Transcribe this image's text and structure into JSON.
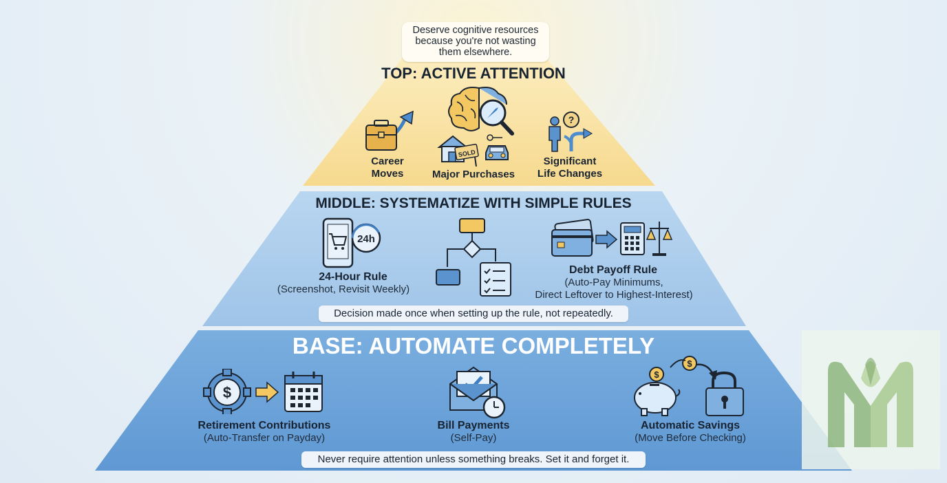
{
  "top_bubble": {
    "line1": "Deserve cognitive resources",
    "line2": "because you're not wasting",
    "line3": "them elsewhere."
  },
  "top": {
    "title": "TOP: ACTIVE ATTENTION",
    "items": [
      {
        "line1": "Career",
        "line2": "Moves",
        "icon": "briefcase-icon"
      },
      {
        "line1": "Major Purchases",
        "icon": "brain-search-icon"
      },
      {
        "line1": "Significant",
        "line2": "Life Changes",
        "icon": "person-crossroads-icon"
      }
    ],
    "sold_sign": "SOLD"
  },
  "middle": {
    "title": "MIDDLE: SYSTEMATIZE WITH SIMPLE RULES",
    "rule1": {
      "title": "24-Hour Rule",
      "desc": "(Screenshot, Revisit Weekly)",
      "badge": "24h"
    },
    "rule2": {
      "title": "Debt Payoff Rule",
      "desc1": "(Auto-Pay Minimums,",
      "desc2": "Direct Leftover to Highest-Interest)"
    },
    "note": "Decision made once when setting up the rule, not repeatedly."
  },
  "base": {
    "title": "BASE: AUTOMATE COMPLETELY",
    "items": [
      {
        "title": "Retirement Contributions",
        "desc": "(Auto-Transfer on Payday)"
      },
      {
        "title": "Bill Payments",
        "desc": "(Self-Pay)"
      },
      {
        "title": "Automatic Savings",
        "desc": "(Move Before Checking)"
      }
    ],
    "note": "Never require attention unless something breaks. Set it and forget it."
  },
  "colors": {
    "top_tier": "#f7dc96",
    "middle_tier": "#a9ccec",
    "base_tier": "#6fa4d8",
    "icon_blue": "#5b93cf",
    "icon_gold": "#f1c15a",
    "logo_green": "#7fa86a"
  }
}
